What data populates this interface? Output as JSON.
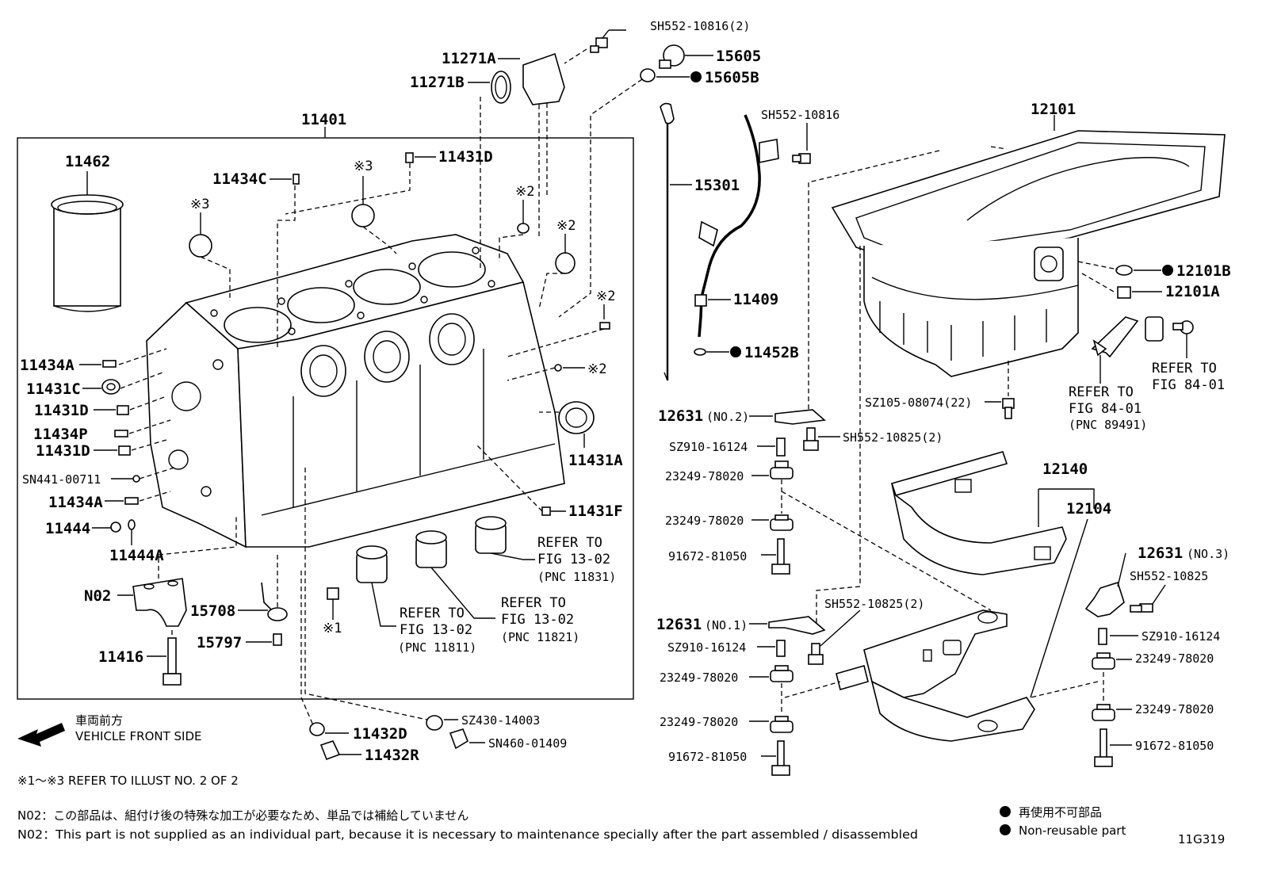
{
  "diagram_code": "11G319",
  "front_side": {
    "jp": "車両前方",
    "en": "VEHICLE FRONT SIDE"
  },
  "refer_note": "※1〜※3  REFER TO ILLUST NO. 2 OF 2",
  "n02_note_jp": "N02：この部品は、組付け後の特殊な加工が必要なため、単品では補給していません",
  "n02_note_en": "N02：This part is not supplied as an individual part, because it is necessary to maintenance specially after the part assembled / disassembled",
  "legend": {
    "jp": "再使用不可部品",
    "en": "Non-reusable part"
  },
  "marks": {
    "m1": "※1",
    "m2": "※2",
    "m3": "※3"
  },
  "labels": {
    "sh552_10816_2": "SH552-10816(2)",
    "p11271a": "11271A",
    "p11271b": "11271B",
    "p15605": "15605",
    "p15605b": "15605B",
    "p11401": "11401",
    "p11462": "11462",
    "p11434c": "11434C",
    "p11431d_top": "11431D",
    "p11434a_1": "11434A",
    "p11431c": "11431C",
    "p11431d_2": "11431D",
    "p11434p": "11434P",
    "p11431d_3": "11431D",
    "sn441": "SN441-00711",
    "p11434a_2": "11434A",
    "p11444": "11444",
    "p11444a": "11444A",
    "n02": "N02",
    "p11416": "11416",
    "p15708": "15708",
    "p15797": "15797",
    "p11431a": "11431A",
    "p11431f": "11431F",
    "p11432d": "11432D",
    "p11432r": "11432R",
    "sz430": "SZ430-14003",
    "sn460": "SN460-01409",
    "sh552_10816": "SH552-10816",
    "p15301": "15301",
    "p11409": "11409",
    "p11452b": "11452B",
    "p12101": "12101",
    "p12101b": "12101B",
    "p12101a": "12101A",
    "sz105": "SZ105-08074(22)",
    "p12631_no2": "12631",
    "no2": "(NO.2)",
    "sz910_a": "SZ910-16124",
    "sh552_10825_2a": "SH552-10825(2)",
    "p23249_a": "23249-78020",
    "p23249_b": "23249-78020",
    "p91672_a": "91672-81050",
    "p12140": "12140",
    "p12104": "12104",
    "p12631_no1": "12631",
    "no1": "(NO.1)",
    "sh552_10825_2b": "SH552-10825(2)",
    "sz910_b": "SZ910-16124",
    "p23249_c": "23249-78020",
    "p23249_d": "23249-78020",
    "p91672_b": "91672-81050",
    "p12631_no3": "12631",
    "no3": "(NO.3)",
    "sh552_10825": "SH552-10825",
    "sz910_c": "SZ910-16124",
    "p23249_e": "23249-78020",
    "p23249_f": "23249-78020",
    "p91672_c": "91672-81050"
  },
  "refers": {
    "r1": {
      "line1": "REFER TO",
      "line2": "FIG 13-02",
      "pnc": "(PNC 11831)"
    },
    "r2": {
      "line1": "REFER TO",
      "line2": "FIG 13-02",
      "pnc": "(PNC 11821)"
    },
    "r3": {
      "line1": "REFER TO",
      "line2": "FIG 13-02",
      "pnc": "(PNC 11811)"
    },
    "r4": {
      "line1": "REFER TO",
      "line2": "FIG 84-01",
      "pnc": "(PNC 89491)"
    },
    "r5": {
      "line1": "REFER TO",
      "line2": "FIG 84-01"
    }
  }
}
